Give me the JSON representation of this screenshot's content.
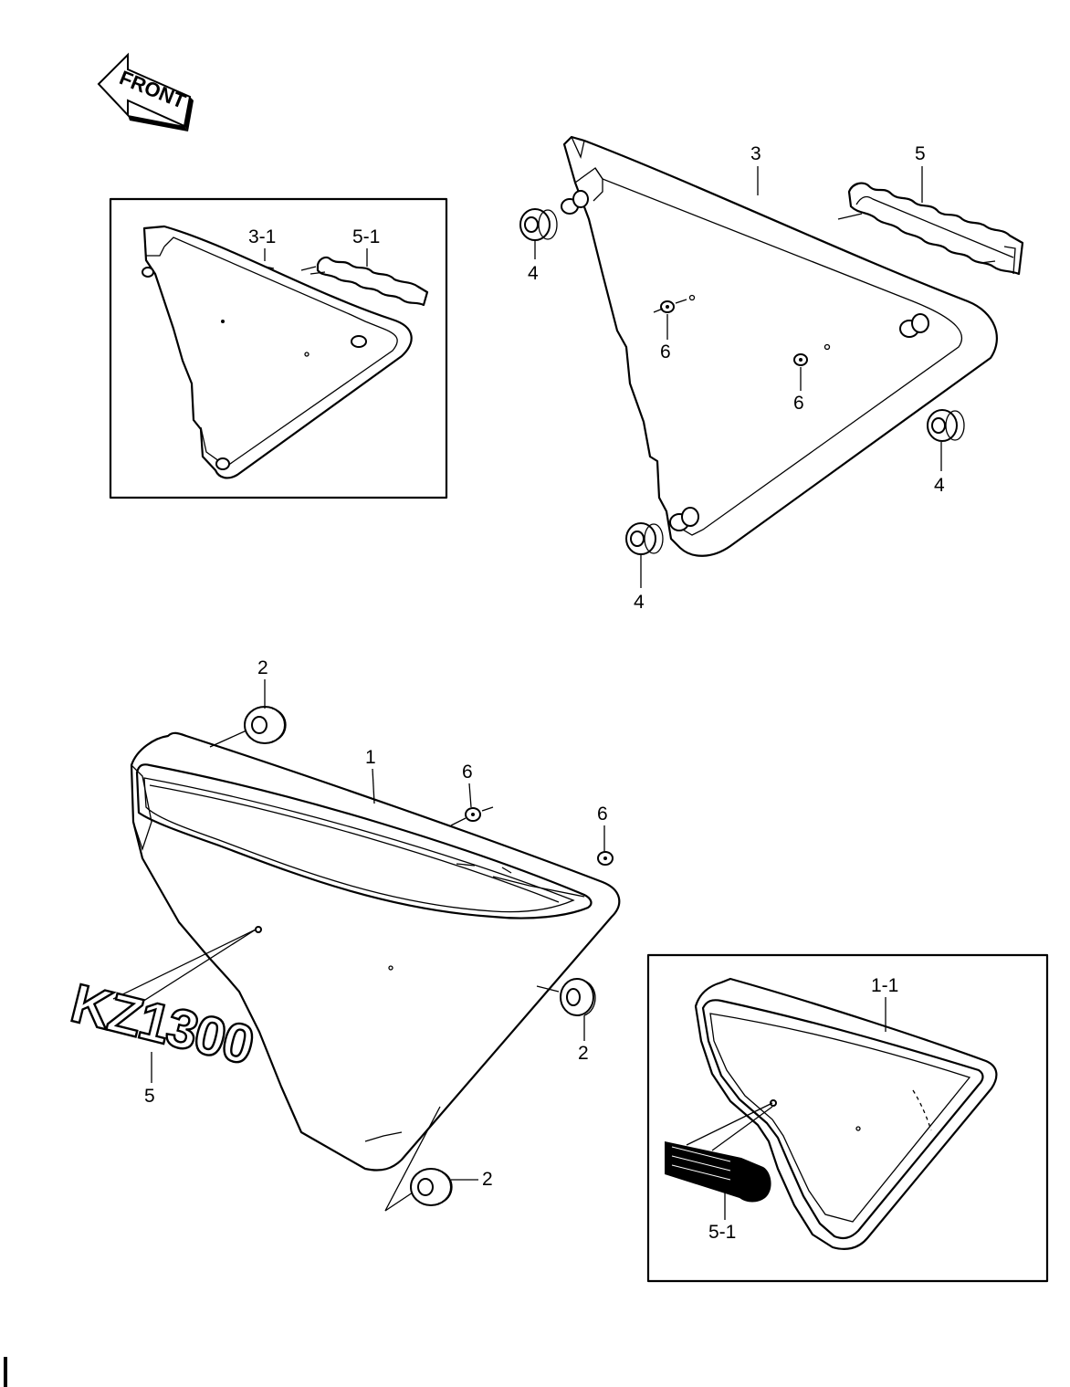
{
  "front_arrow": {
    "text": "FRONT"
  },
  "callouts": {
    "c1": "1",
    "c1_1": "1-1",
    "c2a": "2",
    "c2b": "2",
    "c2c": "2",
    "c3": "3",
    "c3_1": "3-1",
    "c4a": "4",
    "c4b": "4",
    "c4c": "4",
    "c5_emblem": "5",
    "c5_top": "5",
    "c5_1_top": "5-1",
    "c5_1_bottom": "5-1",
    "c6a": "6",
    "c6b": "6",
    "c6c": "6",
    "c6d": "6"
  },
  "emblem": {
    "text": "KZ1300"
  },
  "colors": {
    "ink": "#000000",
    "paper": "#ffffff"
  }
}
